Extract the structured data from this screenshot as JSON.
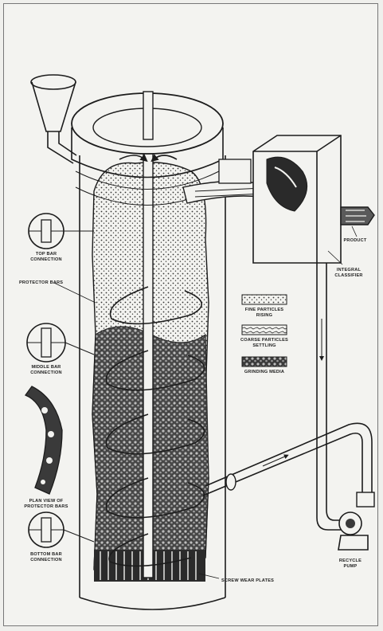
{
  "labels": {
    "top_bar_connection": [
      "TOP BAR",
      "CONNECTION"
    ],
    "protector_bars": "PROTECTOR BARS",
    "middle_bar_connection": [
      "MIDDLE BAR",
      "CONNECTION"
    ],
    "plan_view": [
      "PLAN VIEW OF",
      "PROTECTOR BARS"
    ],
    "bottom_bar_connection": [
      "BOTTOM BAR",
      "CONNECTION"
    ],
    "product": "PRODUCT",
    "integral_classifier": [
      "INTEGRAL",
      "CLASSIFIER"
    ],
    "screw_wear_plates": "SCREW WEAR PLATES",
    "recycle_pump": [
      "RECYCLE",
      "PUMP"
    ]
  },
  "legend": [
    {
      "label": [
        "FINE PARTICLES",
        "RISING"
      ],
      "pattern": "fine-particles"
    },
    {
      "label": [
        "COARSE PARTICLES",
        "SETTLING"
      ],
      "pattern": "coarse-particles"
    },
    {
      "label": [
        "GRINDING MEDIA"
      ],
      "pattern": "grinding-media"
    }
  ],
  "colors": {
    "ink": "#1c1c1c",
    "paper": "#f3f3f0",
    "shade": "#2a2a2a"
  }
}
